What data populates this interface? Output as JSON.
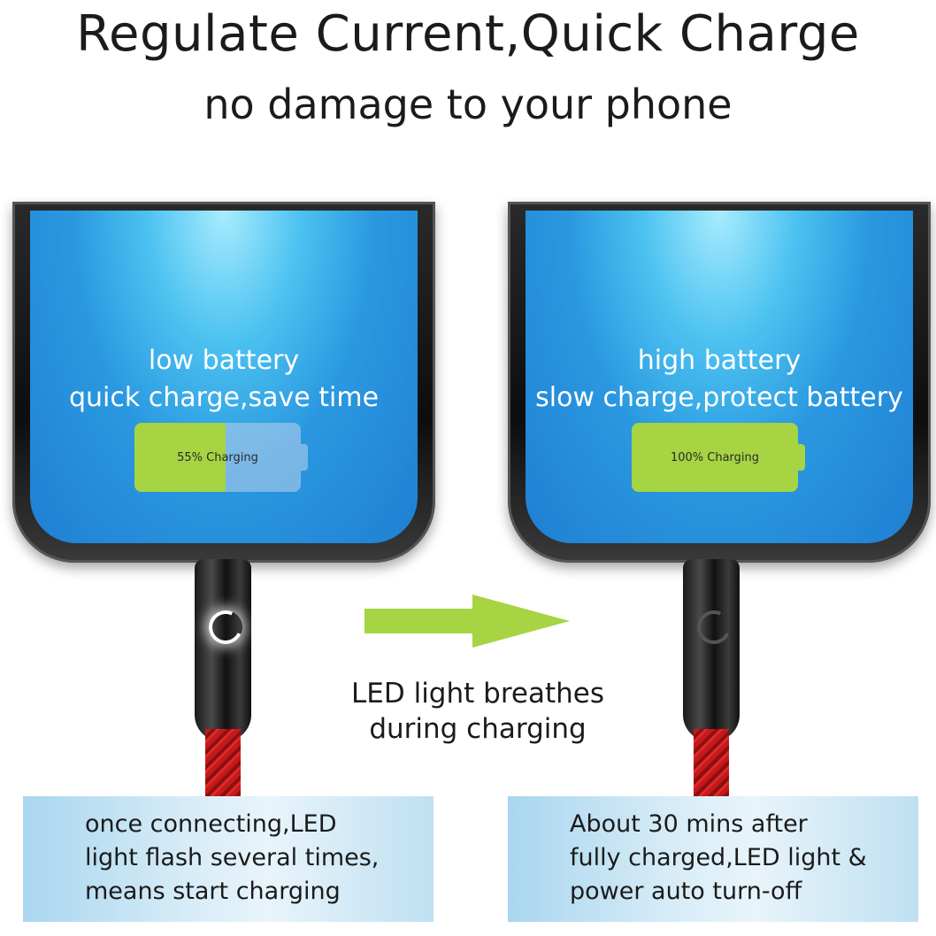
{
  "header": {
    "title": "Regulate Current,Quick Charge",
    "subtitle": "no damage to your phone"
  },
  "phones": {
    "left": {
      "line1": "low battery",
      "line2": "quick charge,save time",
      "battery_label": "55% Charging",
      "battery_level": 0.55
    },
    "right": {
      "line1": "high battery",
      "line2": "slow charge,protect battery",
      "battery_label": "100% Charging",
      "battery_level": 1.0
    }
  },
  "middle": {
    "line1": "LED light breathes",
    "line2": "during charging"
  },
  "notes": {
    "left": [
      "once connecting,LED",
      "light flash several times,",
      "means start charging"
    ],
    "right": [
      "About 30 mins after",
      "fully charged,LED light &",
      "power auto turn-off"
    ]
  },
  "colors": {
    "battery_green": "#a6d442",
    "arrow_green": "#a6d442",
    "cable_red": "#c51a1a",
    "screen_blue": "#2a98e0"
  }
}
